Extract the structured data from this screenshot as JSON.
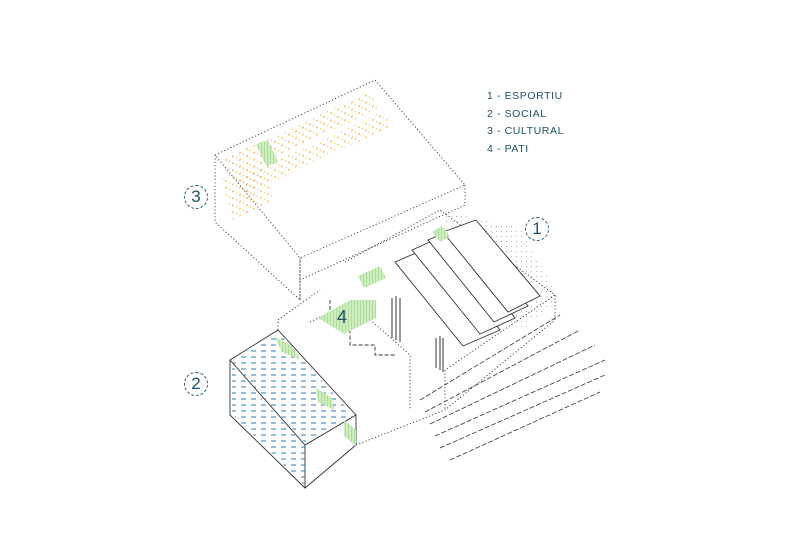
{
  "legend": [
    {
      "number": "1",
      "label": "1 - ESPORTIU"
    },
    {
      "number": "2",
      "label": "2 - SOCIAL"
    },
    {
      "number": "3",
      "label": "3 - CULTURAL"
    },
    {
      "number": "4",
      "label": "4 - PATI"
    }
  ],
  "callouts": {
    "esportiu": "1",
    "social": "2",
    "cultural": "3",
    "pati": "4"
  },
  "colors": {
    "ink": "#1f4e6b",
    "line": "#333333",
    "cultural": "#f0a020",
    "social": "#2a7fb8",
    "pati": "#8fcf7a"
  }
}
